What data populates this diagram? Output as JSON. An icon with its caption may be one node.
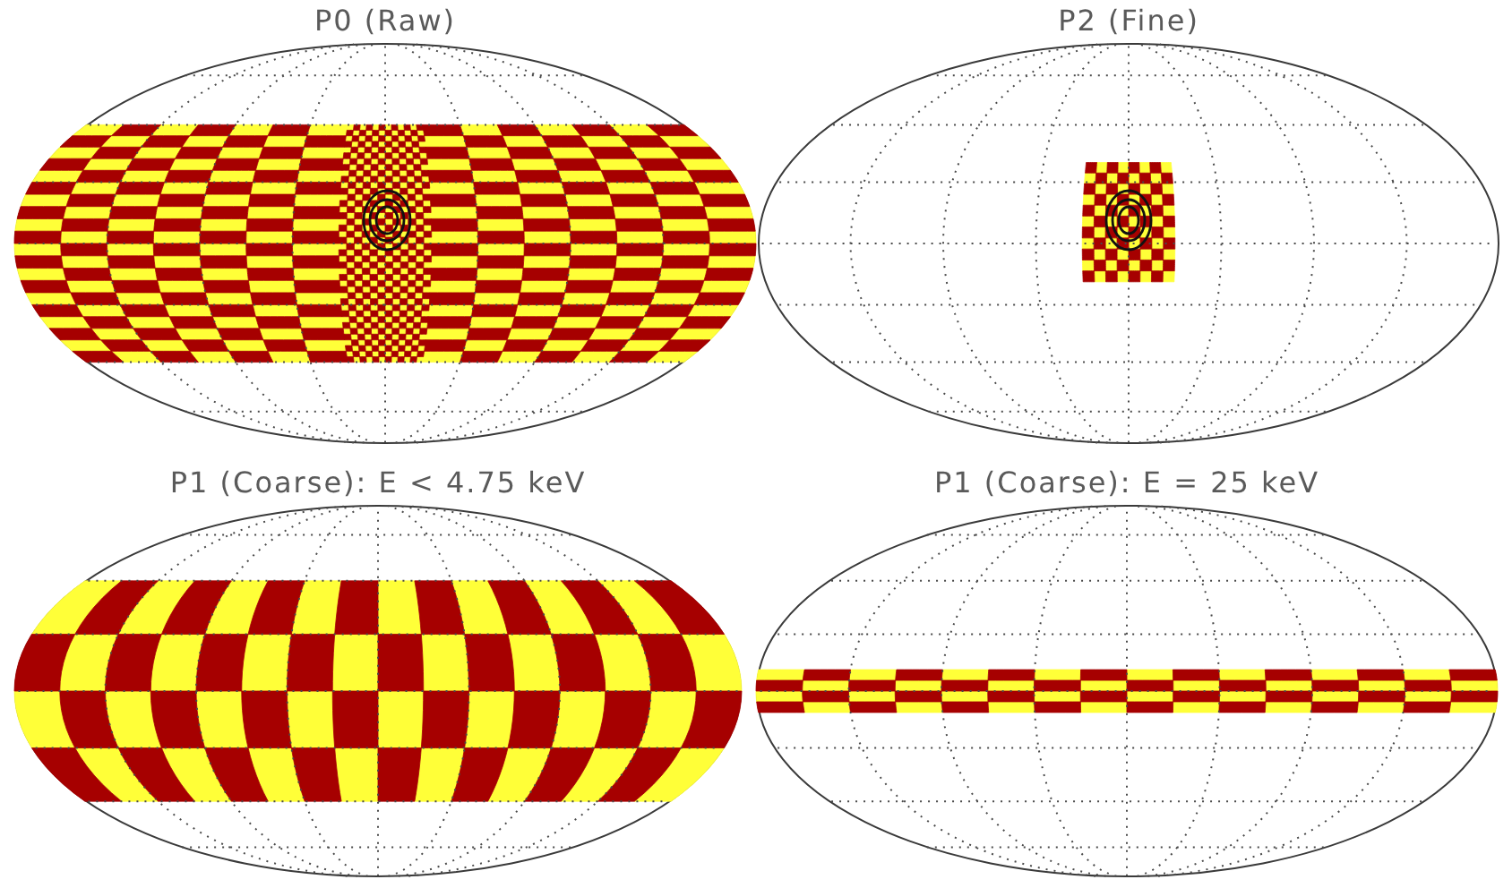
{
  "diagram": {
    "nodes": [
      {
        "text": [
          "P0 (Raw)"
        ]
      },
      {
        "text": [
          "P2 (Fine)"
        ]
      },
      {
        "text": [
          "P1 (Coarse): E < 4.75 keV"
        ]
      },
      {
        "text": [
          "P1 (Coarse): E = 25 keV"
        ]
      }
    ]
  }
}
